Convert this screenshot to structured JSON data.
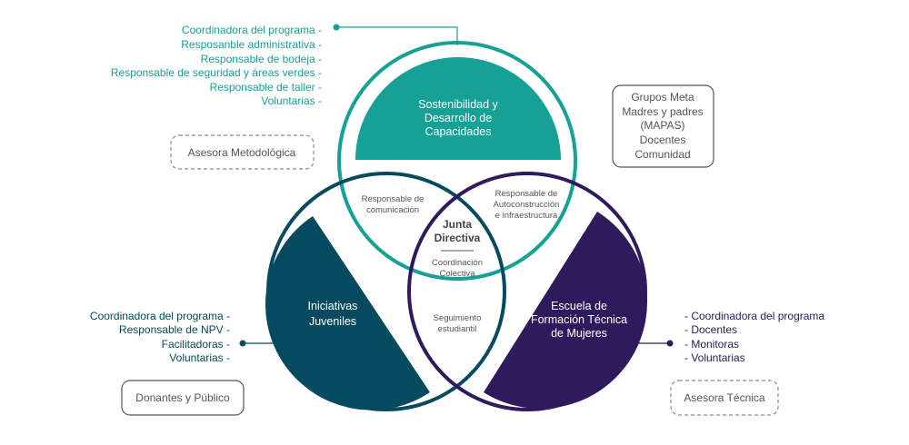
{
  "colors": {
    "teal": "#15a196",
    "navy": "#054a5e",
    "purple": "#2e1a5c",
    "gray": "#555555",
    "dashed_gray": "#8a8a8a",
    "body_text": "#555555",
    "white": "#ffffff"
  },
  "top_roles": [
    "Coordinadora del programa -",
    "Resposanble administrativa -",
    "Responsable de bodeja -",
    "Responsable de seguridad y áreas verdes -",
    "Responsable de taller -",
    "Voluntarias -"
  ],
  "left_roles": [
    "Coordinadora del programa -",
    "Responsable de NPV -",
    "Facilitadoras -",
    "Voluntarias -"
  ],
  "right_roles": [
    "- Coordinadora del programa",
    "- Docentes",
    "- Monitoras",
    "- Voluntarias"
  ],
  "boxes": {
    "asesora_metodologica": "Asesora Metodológica",
    "donantes": "Donantes y Público",
    "asesora_tecnica": "Asesora Técnica",
    "grupos_meta": [
      "Grupos Meta",
      "Madres y padres",
      "(MAPAS)",
      "Docentes",
      "Comunidad"
    ]
  },
  "circles": {
    "top": [
      "Sostenibilidad y",
      "Desarrollo de",
      "Capacidades"
    ],
    "left": [
      "Iniciativas",
      "Juveniles"
    ],
    "right": [
      "Escuela de",
      "Formación Técnica",
      "de Mujeres"
    ]
  },
  "overlaps": {
    "top_left": [
      "Responsable de",
      "comunicación"
    ],
    "top_right": [
      "Responsable de",
      "Autoconstrucción",
      "e infraestructura"
    ],
    "bottom": [
      "Seguimiento",
      "estudiantil"
    ],
    "center_title": [
      "Junta",
      "Directiva"
    ],
    "center_sub": [
      "Coordinación",
      "Colectiva"
    ]
  }
}
